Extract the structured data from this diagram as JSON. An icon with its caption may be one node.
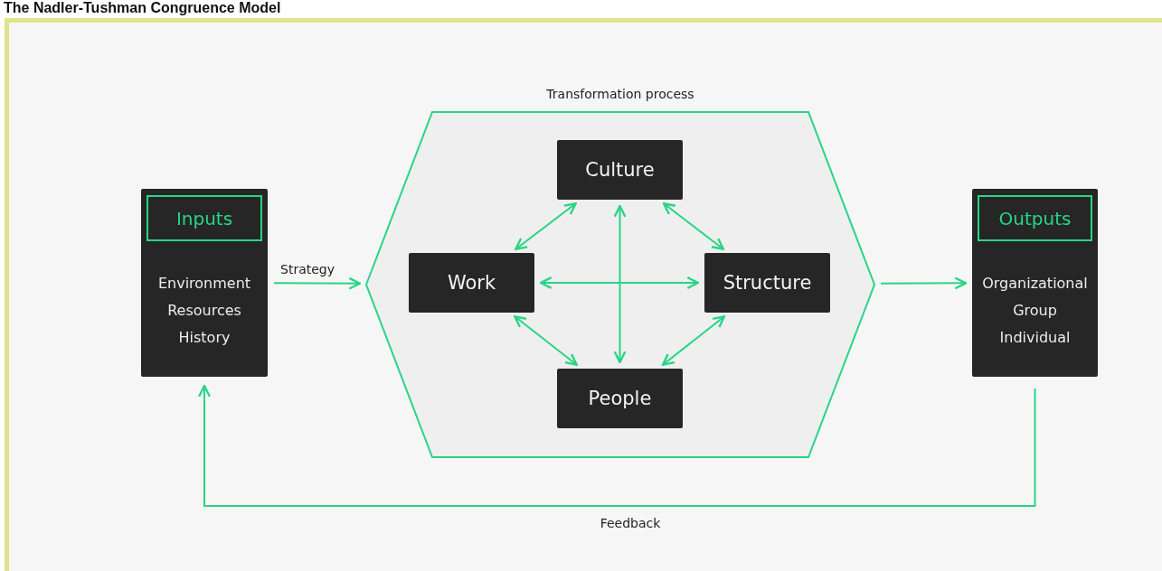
{
  "diagram": {
    "title": "The Nadler-Tushman Congruence Model",
    "nodes": [
      {
        "text": [
          "Inputs",
          "Environment Resources History"
        ]
      },
      {
        "text": [
          "Transformation process"
        ]
      },
      {
        "text": [
          "Culture"
        ],
        "in": 1
      },
      {
        "text": [
          "Work"
        ],
        "in": 1
      },
      {
        "text": [
          "Structure"
        ],
        "in": 1
      },
      {
        "text": [
          "People"
        ],
        "in": 1
      },
      {
        "text": [
          "Outputs",
          "Organizational Group Individual"
        ]
      }
    ],
    "edges": [
      {
        "from": 0,
        "to": 1,
        "arrow": "to",
        "label": "Strategy"
      },
      {
        "from": 1,
        "to": 6,
        "arrow": "to"
      },
      {
        "from": 6,
        "to": 0,
        "arrow": "to",
        "label": "Feedback"
      },
      {
        "from": 2,
        "to": 3,
        "arrow": "both"
      },
      {
        "from": 2,
        "to": 4,
        "arrow": "both"
      },
      {
        "from": 3,
        "to": 5,
        "arrow": "both"
      },
      {
        "from": 4,
        "to": 5,
        "arrow": "both"
      },
      {
        "from": 3,
        "to": 4,
        "arrow": "both"
      },
      {
        "from": 2,
        "to": 5,
        "arrow": "both"
      }
    ]
  }
}
